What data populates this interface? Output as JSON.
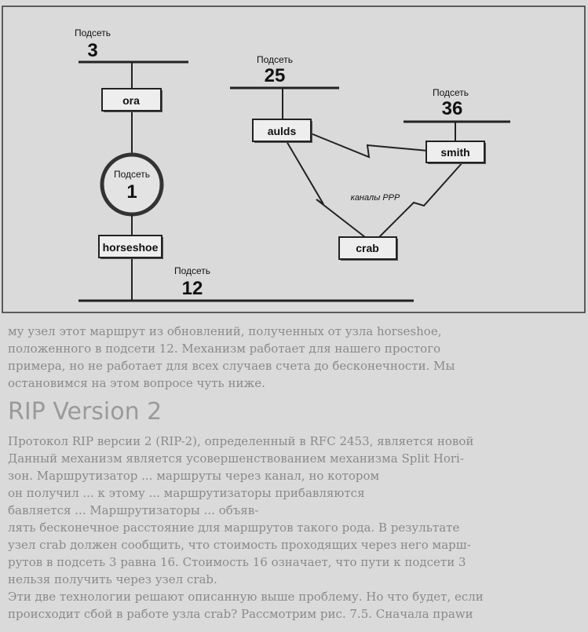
{
  "background_text": [
    "му узел этот маршрут из обновлений, полученных от узла horseshoe,",
    "положенного в подсети 12. Механизм работает для нашего простого",
    "примера, но не работает для всех случаев счета до бесконечности. Мы",
    "остановимся на этом вопросе чуть ниже.",
    "RIP Version 2",
    "Протокол RIP версии 2 (RIP-2), определенный в RFC 2453, является новой",
    "Данный механизм является усовершенствованием механизма Split Hori-",
    "зон. Маршрутизатор ... маршруты через канал, но котором",
    "он получил ... к этому ... маршрутизаторы прибавляются",
    "бавляется ... Маршрутизаторы ... объяв-",
    "лять бесконечное расстояние для маршрутов такого рода. В результате",
    "узел crab должен сообщить, что стоимость проходящих через него марш-",
    "рутов в подсеть 3 равна 16. Стоимость 16 означает, что пути к подсети 3",
    "нельзя получить через узел crab.",
    "Эти две технологии решают описанную выше проблему. Но что будет, если",
    "происходит сбой в работе узла crab? Рассмотрим рис. 7.5. Сначала праwи"
  ],
  "subnets": {
    "s3": {
      "label": "Подсеть",
      "number": "3"
    },
    "s25": {
      "label": "Подсеть",
      "number": "25"
    },
    "s36": {
      "label": "Подсеть",
      "number": "36"
    },
    "s1": {
      "label": "Подсеть",
      "number": "1"
    },
    "s12": {
      "label": "Подсеть",
      "number": "12"
    }
  },
  "routers": {
    "ora": "ora",
    "aulds": "aulds",
    "smith": "smith",
    "horseshoe": "horseshoe",
    "crab": "crab"
  },
  "links_label": "каналы PPP"
}
